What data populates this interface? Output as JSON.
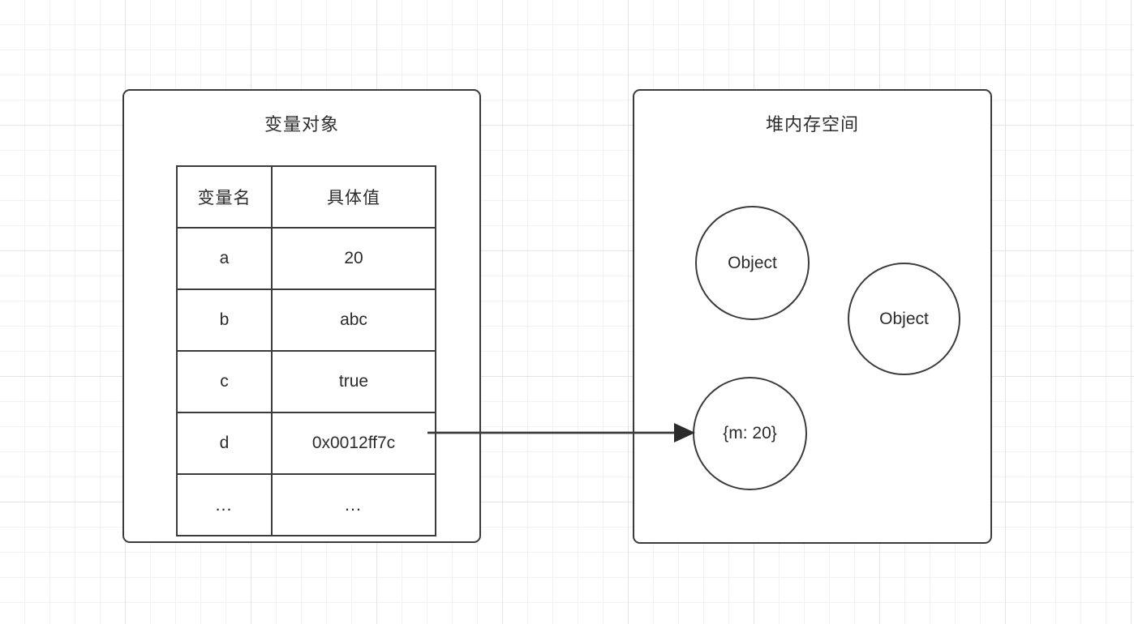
{
  "diagram": {
    "title_left": "变量对象",
    "title_right": "堆内存空间",
    "table": {
      "headers": [
        "变量名",
        "具体值"
      ],
      "rows": [
        {
          "name": "a",
          "value": "20"
        },
        {
          "name": "b",
          "value": "abc"
        },
        {
          "name": "c",
          "value": "true"
        },
        {
          "name": "d",
          "value": "0x0012ff7c"
        },
        {
          "name": "…",
          "value": "…"
        }
      ]
    },
    "heap": {
      "objects": [
        {
          "label": "Object"
        },
        {
          "label": "Object"
        },
        {
          "label": "{m: 20}"
        }
      ]
    },
    "arrow": {
      "name": "reference-pointer-arrow",
      "from": "0x0012ff7c",
      "to": "{m: 20}"
    },
    "colors": {
      "stroke": "#3b3b3b",
      "text": "#2b2b2b",
      "background": "#ffffff",
      "grid_minor": "#f2f2f2",
      "grid_major": "#e4e4e4"
    }
  }
}
